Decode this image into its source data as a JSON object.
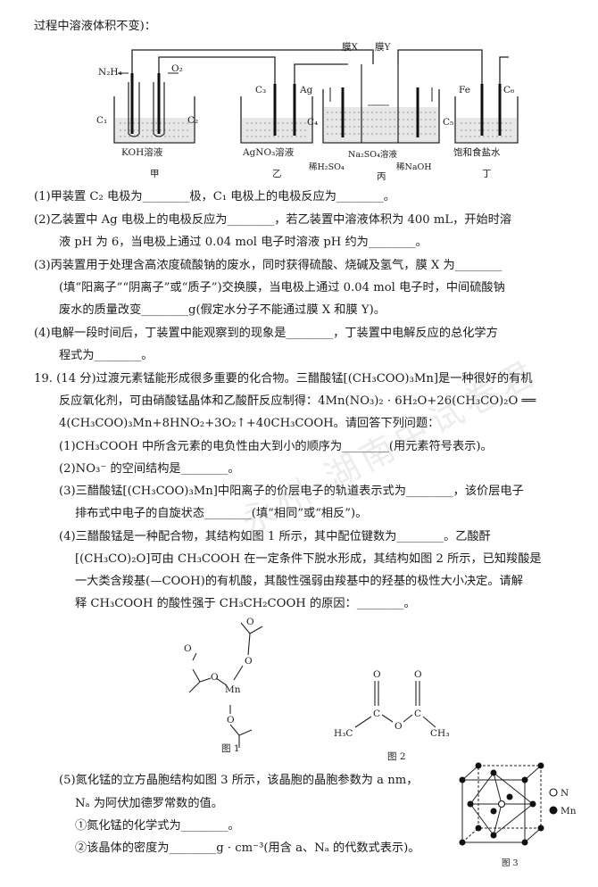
{
  "intro": "过程中溶液体积不变)：",
  "apparatus": {
    "jia": {
      "gas_in": "N₂H₄",
      "gas_o2": "O₂",
      "c1": "C₁",
      "c2": "C₂",
      "solution": "KOH溶液",
      "name": "甲"
    },
    "yi": {
      "c3": "C₃",
      "ag": "Ag",
      "solution": "AgNO₃溶液",
      "name": "乙"
    },
    "bing": {
      "membrane_x": "膜X",
      "membrane_y": "膜Y",
      "c4": "C₄",
      "c5": "C₅",
      "left_solution": "稀H₂SO₄",
      "mid_solution": "Na₂SO₄溶液",
      "right_solution": "稀NaOH",
      "name": "丙"
    },
    "ding": {
      "fe": "Fe",
      "c6": "C₆",
      "solution": "饱和食盐水",
      "name": "丁"
    }
  },
  "q18": [
    "(1)甲装置 C₂ 电极为________极，C₁ 电极上的电极反应为________。",
    "(2)乙装置中 Ag 电极上的电极反应为________，若乙装置中溶液体积为 400 mL，开始时溶",
    "液 pH 为 6，当电极上通过 0.04 mol 电子时溶液 pH 约为________。",
    "(3)丙装置用于处理含高浓度硫酸钠的废水，同时获得硫酸、烧碱及氢气，膜 X 为________",
    "(填“阳离子”“阴离子”或“质子”)交换膜，当电极上通过 0.04 mol 电子时，中间硫酸钠",
    "废水的质量改变________g(假定水分子不能通过膜 X 和膜 Y)。",
    "(4)电解一段时间后，丁装置中能观察到的现象是________，丁装置中电解反应的总化学方",
    "程式为________。"
  ],
  "q19": [
    "19. (14 分)过渡元素锰能形成很多重要的化合物。三醋酸锰[(CH₃COO)₃Mn]是一种很好的有机",
    "反应氧化剂，可由硝酸锰晶体和乙酸酐反应制得：4Mn(NO₃)₂ · 6H₂O+26(CH₃CO)₂O ══",
    "4(CH₃COO)₃Mn+8HNO₂+3O₂↑+40CH₃COOH。请回答下列问题：",
    "(1)CH₃COOH 中所含元素的电负性由大到小的顺序为________(用元素符号表示)。",
    "(2)NO₃⁻ 的空间结构是________。",
    "(3)三醋酸锰[(CH₃COO)₃Mn]中阳离子的价层电子的轨道表示式为________，该价层电子",
    "排布式中电子的自旋状态________(填“相同”或“相反”)。",
    "(4)三醋酸锰是一种配合物，其结构如图 1 所示，其中配位键数为________。乙酸酐",
    "[(CH₃CO)₂O]可由 CH₃COOH 在一定条件下脱水形成，其结构如图 2 所示，已知羧酸是",
    "一大类含羧基(—COOH)的有机酸，其酸性强弱由羧基中的羟基的极性大小决定。请解",
    "释 CH₃COOH 的酸性强于 CH₃CH₂COOH 的原因：________。"
  ],
  "fig1": {
    "center": "Mn",
    "o": "O",
    "caption": "图 1"
  },
  "fig2": {
    "o": "O",
    "c": "C",
    "left_ch3": "H₃C",
    "right_ch3": "CH₃",
    "caption": "图 2"
  },
  "q19_5": [
    "(5)氮化锰的立方晶胞结构如图 3 所示，该晶胞的晶胞参数为 a nm，",
    "Nₐ 为阿伏加德罗常数的值。",
    "①氮化锰的化学式为________。",
    "②该晶体的密度为________g · cm⁻³(用含 a、Nₐ 的代数式表示)。"
  ],
  "fig3": {
    "legend_n": "N",
    "legend_mn": "Mn",
    "caption": "图 3"
  },
  "watermark": "永州·湖南中试卷君"
}
